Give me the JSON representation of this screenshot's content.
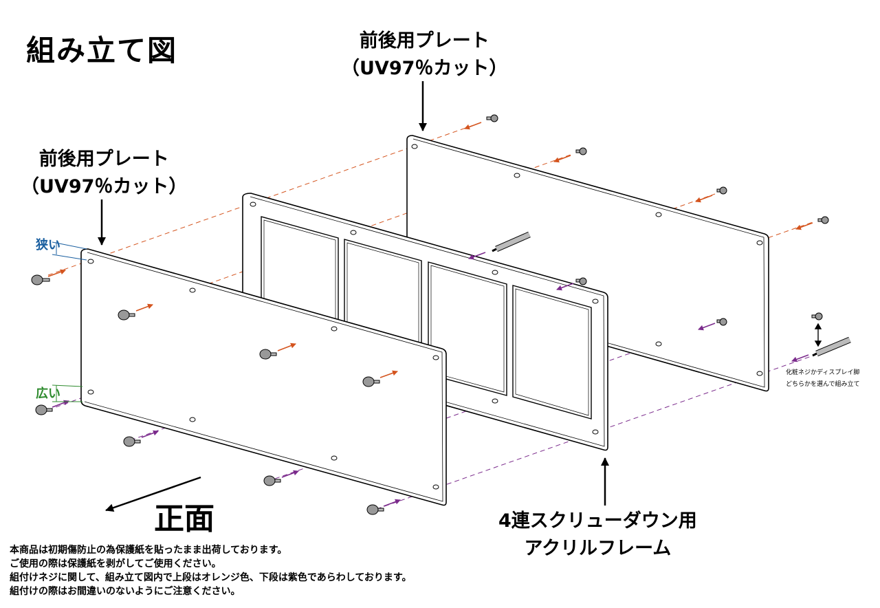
{
  "title": "組み立て図",
  "rear_plate_label": {
    "line1": "前後用プレート",
    "line2": "（UV97％カット）"
  },
  "front_plate_label": {
    "line1": "前後用プレート",
    "line2": "（UV97％カット）"
  },
  "gap_labels": {
    "narrow": "狭い",
    "wide": "広い"
  },
  "front_side_label": "正面",
  "frame_label": {
    "line1": "4連スクリューダウン用",
    "line2": "アクリルフレーム"
  },
  "side_note": {
    "line1": "化粧ネジかディスプレイ脚",
    "line2": "どちらかを選んで組み立て"
  },
  "notes": [
    "本商品は初期傷防止の為保護紙を貼ったまま出荷しております。",
    "ご使用の際は保護紙を剥がしてご使用ください。",
    "組付けネジに関して、組み立て図内で上段はオレンジ色、下段は紫色であらわしております。",
    "組付けの際はお間違いのないようにご注意ください。"
  ],
  "colors": {
    "upper_screw": "#d4541e",
    "lower_screw": "#7b2b8c",
    "narrow": "#1a5fa0",
    "wide": "#2e8b2e",
    "outline": "#000000"
  }
}
